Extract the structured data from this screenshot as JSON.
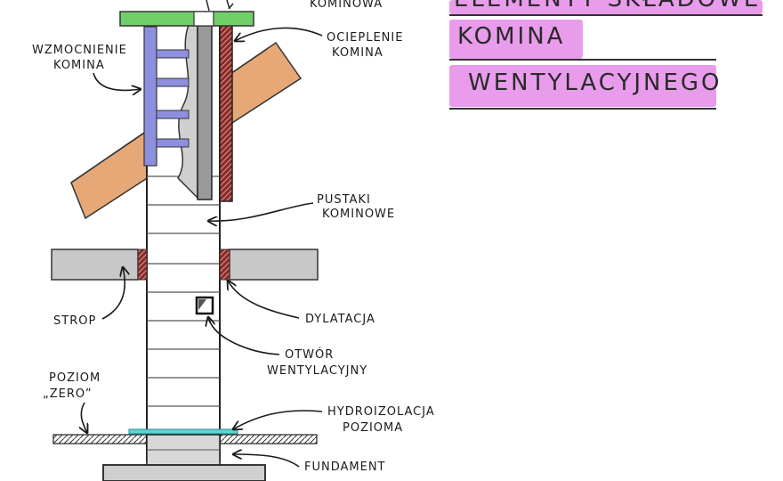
{
  "title": {
    "line1": "ELEMENTY SKŁADOWE",
    "line2": "KOMINA",
    "line3": "WENTYLACYJNEGO"
  },
  "labels": {
    "kominowa": "KOMINOWA",
    "wzmocnienie": [
      "WZMOCNIENIE",
      "KOMINA"
    ],
    "ocieplenie": [
      "OCIEPLENIE",
      "KOMINA"
    ],
    "pustaki": [
      "PUSTAKI",
      "KOMINOWE"
    ],
    "strop": "STROP",
    "dylatacja": "DYLATACJA",
    "otwor": [
      "OTWÓR",
      "WENTYLACYJNY"
    ],
    "poziom_zero": [
      "POZIOM",
      "„ZERO”"
    ],
    "hydroizolacja": [
      "HYDROIZOLACJA",
      "POZIOMA"
    ],
    "fundament": "FUNDAMENT"
  },
  "colors": {
    "highlight": "#e48be8",
    "roof": "#e7a877",
    "reinforcement": "#8f8fe0",
    "cap": "#6fd06a",
    "slab": "#c8c8c8",
    "insulation": "#8a2a2a",
    "waterproofing": "#5ad6d6",
    "fundament": "#cfcfcf"
  }
}
